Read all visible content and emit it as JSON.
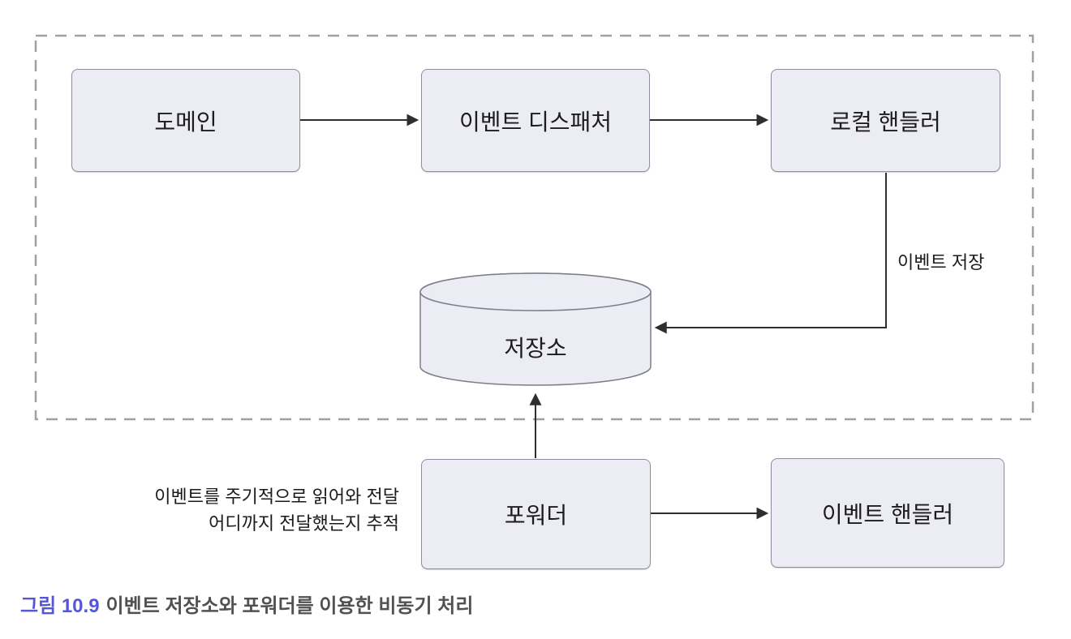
{
  "diagram": {
    "nodes": {
      "domain": {
        "label": "도메인"
      },
      "dispatcher": {
        "label": "이벤트 디스패처"
      },
      "local_handler": {
        "label": "로컬 핸들러"
      },
      "store": {
        "label": "저장소"
      },
      "forwarder": {
        "label": "포워더"
      },
      "event_handler": {
        "label": "이벤트 핸들러"
      }
    },
    "edges": {
      "save_event_label": "이벤트 저장"
    },
    "annotation": {
      "line1": "이벤트를 주기적으로 읽어와 전달",
      "line2": "어디까지 전달했는지 추적"
    }
  },
  "caption": {
    "figure_number": "그림 10.9",
    "figure_title": "이벤트 저장소와 포워더를 이용한 비동기 처리"
  },
  "colors": {
    "node_fill": "#ececf5",
    "node_border": "#8f8f9e",
    "arrow": "#2e2e2e",
    "dashed_boundary": "#a0a0a0",
    "caption_accent": "#5657d5",
    "caption_text": "#515151"
  }
}
